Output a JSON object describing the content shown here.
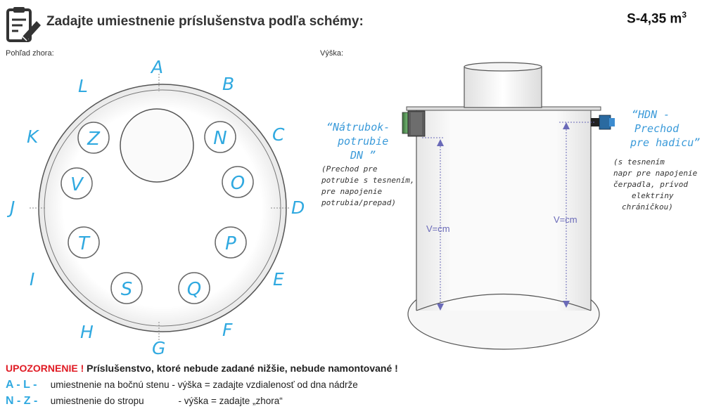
{
  "header": {
    "title": "Zadajte umiestnenie príslušenstva podľa schémy:",
    "code": "S-4,35 m",
    "code_sup": "3",
    "icon": "clipboard-pencil-icon"
  },
  "top_view": {
    "label": "Pohľad zhora:",
    "wall_positions": [
      "A",
      "B",
      "C",
      "D",
      "E",
      "F",
      "G",
      "H",
      "I",
      "J",
      "K",
      "L"
    ],
    "roof_positions": [
      "N",
      "O",
      "P",
      "Q",
      "S",
      "T",
      "V",
      "Z"
    ]
  },
  "side_view": {
    "label": "Výška:",
    "left_fitting": {
      "title_lines": [
        "“Nátrubok-",
        "potrubie",
        "DN ”"
      ],
      "note_lines": [
        "(Prechod pre",
        "potrubie s tesnením,",
        "pre napojenie",
        "potrubia/prepad)"
      ],
      "height_label": "V=cm"
    },
    "right_fitting": {
      "title_lines": [
        "“HDN -",
        "Prechod",
        "pre hadicu”"
      ],
      "note_lines": [
        "(s tesnením",
        "napr pre napojenie",
        "čerpadla, prívod",
        "elektriny",
        "chráničkou)"
      ],
      "height_label": "V=cm"
    }
  },
  "footer": {
    "warning_label": "UPOZORNENIE !",
    "warning_text": "Príslušenstvo, ktoré nebude zadané nižšie, nebude namontované !",
    "row1": {
      "code": "A - L  -",
      "desc": "umiestnenie na bočnú stenu",
      "height": "- výška = zadajte vzdialenosť od dna nádrže"
    },
    "row2": {
      "code": "N - Z  -",
      "desc": "umiestnenie do stropu",
      "height": "- výška = zadajte „zhora“"
    }
  },
  "colors": {
    "accent_blue": "#30a9e0",
    "warning_red": "#e01b24"
  }
}
